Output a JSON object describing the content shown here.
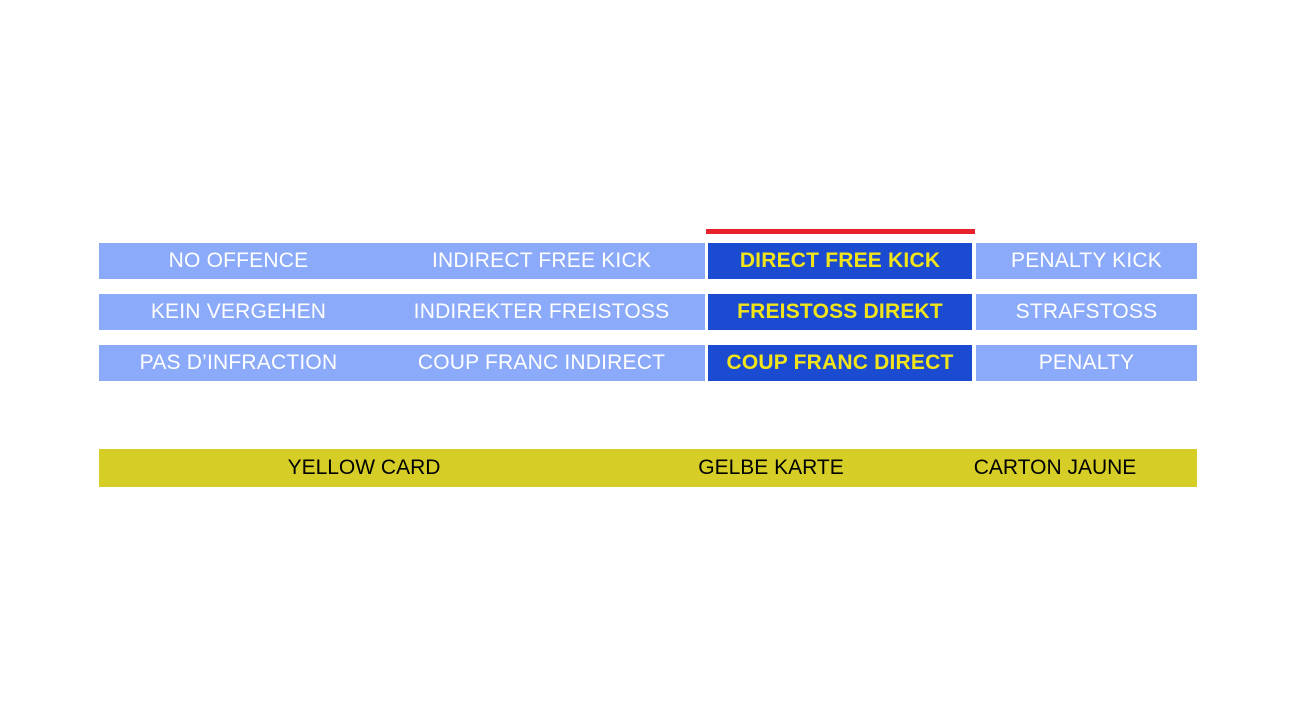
{
  "colors": {
    "background": "#ffffff",
    "cell_light_blue": "#8caafa",
    "cell_highlight_blue": "#1a4bd0",
    "highlight_text_yellow": "#f2e41b",
    "accent_red": "#e8222c",
    "card_yellow": "#d6ce27",
    "cell_text_white": "#ffffff",
    "card_text_black": "#000000"
  },
  "matrix": {
    "rows": [
      {
        "language": "english",
        "no_offence": "NO OFFENCE",
        "indirect_free_kick": "INDIRECT FREE KICK",
        "direct_free_kick": "DIRECT FREE KICK",
        "penalty_kick": "PENALTY KICK"
      },
      {
        "language": "german",
        "no_offence": "KEIN VERGEHEN",
        "indirect_free_kick": "INDIREKTER FREISTOSS",
        "direct_free_kick": "FREISTOSS DIREKT",
        "penalty_kick": "STRAFSTOSS"
      },
      {
        "language": "french",
        "no_offence": "PAS D’INFRACTION",
        "indirect_free_kick": "COUP FRANC INDIRECT",
        "direct_free_kick": "COUP FRANC DIRECT",
        "penalty_kick": "PENALTY"
      }
    ],
    "highlighted_column": "direct_free_kick"
  },
  "card_banner": {
    "english": "YELLOW CARD",
    "german": "GELBE KARTE",
    "french": "CARTON JAUNE"
  }
}
